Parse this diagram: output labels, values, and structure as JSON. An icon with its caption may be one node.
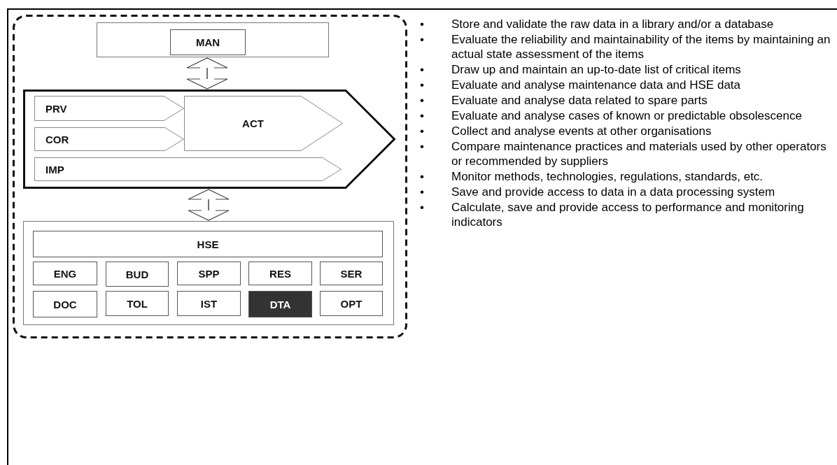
{
  "diagram": {
    "nodes": [
      {
        "text": [],
        "shape": "box"
      },
      {
        "text": [],
        "shape": "box",
        "in": 0
      },
      {
        "text": [
          "MAN"
        ],
        "in": 1
      },
      {
        "text": [],
        "shape": "arrow",
        "in": 0
      },
      {
        "text": [
          "PRV"
        ],
        "in": 3
      },
      {
        "text": [
          "COR"
        ],
        "in": 3
      },
      {
        "text": [
          "ACT"
        ],
        "in": 3
      },
      {
        "text": [
          "IMP"
        ],
        "in": 3
      },
      {
        "text": [],
        "shape": "box",
        "in": 0
      },
      {
        "text": [
          "HSE"
        ],
        "in": 8
      },
      {
        "text": [
          "ENG"
        ],
        "in": 8
      },
      {
        "text": [
          "BUD"
        ],
        "in": 8
      },
      {
        "text": [
          "SPP"
        ],
        "in": 8
      },
      {
        "text": [
          "RES"
        ],
        "in": 8
      },
      {
        "text": [
          "SER"
        ],
        "in": 8
      },
      {
        "text": [
          "DOC"
        ],
        "in": 8
      },
      {
        "text": [
          "TOL"
        ],
        "in": 8
      },
      {
        "text": [
          "IST"
        ],
        "in": 8
      },
      {
        "text": [
          "DTA"
        ],
        "in": 8
      },
      {
        "text": [
          "OPT"
        ],
        "in": 8
      }
    ],
    "edges": [
      {
        "from": 1,
        "to": 3,
        "arrow": "both"
      },
      {
        "from": 3,
        "to": 8,
        "arrow": "both"
      }
    ],
    "labels": [
      "•",
      "Store and validate the raw data in a library and/or a database",
      "•",
      "Evaluate the reliability and maintainability of the items by maintaining an actual state assessment of the items",
      "•",
      "Draw up and maintain an up-to-date list of critical items",
      "•",
      "Evaluate and analyse maintenance data and HSE data",
      "•",
      "Evaluate and analyse data related to spare parts",
      "•",
      "Evaluate and analyse cases of known or predictable obsolescence",
      "•",
      "Collect and analyse events at other organisations",
      "•",
      "Compare maintenance practices and materials used by other operators or recommended by suppliers",
      "•",
      "Monitor methods, technologies, regulations, standards, etc.",
      "•",
      "Save and provide access to data in a data processing system",
      "•",
      "Calculate, save and provide access to performance and monitoring indicators"
    ]
  }
}
